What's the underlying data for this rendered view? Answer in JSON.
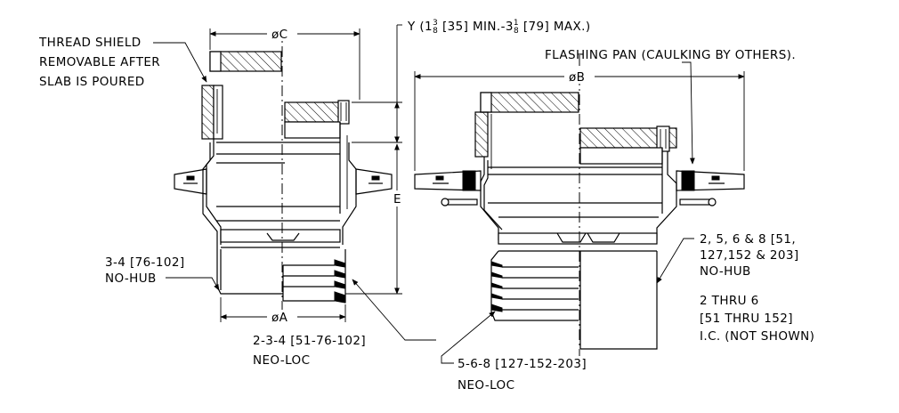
{
  "labels": {
    "thread_shield": [
      "THREAD SHIELD",
      "REMOVABLE AFTER",
      "SLAB IS POURED"
    ],
    "dim_c": "øC",
    "dim_y": [
      "Y (1",
      "3",
      "8",
      " [35] MIN.-3",
      "1",
      "8",
      " [79] MAX.)"
    ],
    "flashing_pan": "FLASHING PAN (CAULKING BY OTHERS).",
    "dim_b": "øB",
    "dim_e": "E",
    "dim_a": "øA",
    "left_nohub": [
      "3-4 [76-102]",
      "NO-HUB"
    ],
    "left_neoloc": [
      "2-3-4 [51-76-102]",
      "NEO-LOC"
    ],
    "bottom_neoloc": [
      "5-6-8 [127-152-203]",
      "NEO-LOC"
    ],
    "right_nohub": [
      "2, 5, 6 & 8 [51,",
      "127,152 & 203]",
      "NO-HUB"
    ],
    "right_ic": [
      "2 THRU 6",
      "[51 THRU 152]",
      "I.C. (NOT SHOWN)"
    ]
  }
}
